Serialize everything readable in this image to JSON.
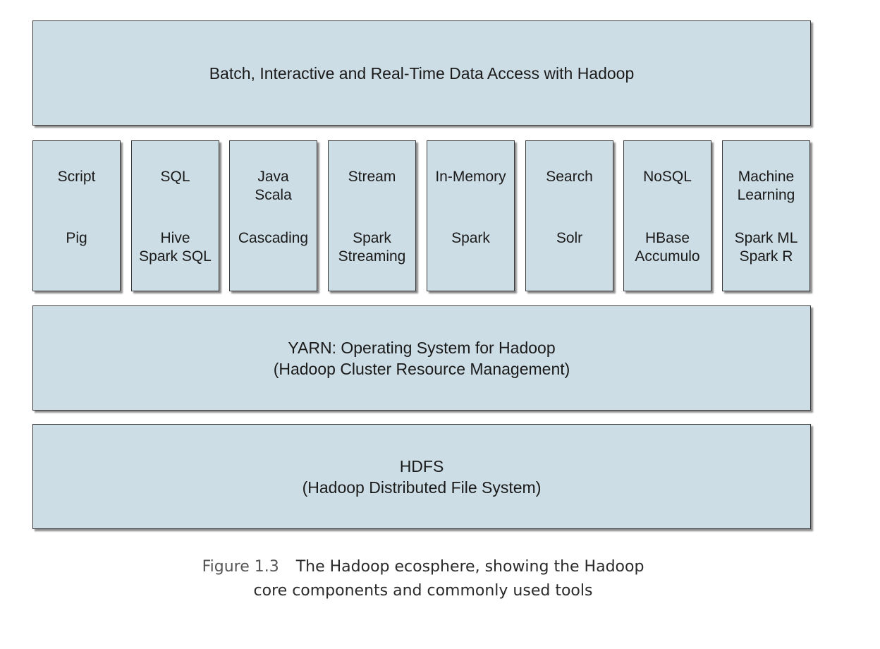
{
  "top_layer": {
    "label": "Batch, Interactive and Real-Time Data Access with Hadoop"
  },
  "tools": [
    {
      "category": [
        "Script"
      ],
      "tools": [
        "Pig"
      ]
    },
    {
      "category": [
        "SQL"
      ],
      "tools": [
        "Hive",
        "Spark SQL"
      ]
    },
    {
      "category": [
        "Java",
        "Scala"
      ],
      "tools": [
        "Cascading"
      ]
    },
    {
      "category": [
        "Stream"
      ],
      "tools": [
        "Spark",
        "Streaming"
      ]
    },
    {
      "category": [
        "In-Memory"
      ],
      "tools": [
        "Spark"
      ]
    },
    {
      "category": [
        "Search"
      ],
      "tools": [
        "Solr"
      ]
    },
    {
      "category": [
        "NoSQL"
      ],
      "tools": [
        "HBase",
        "Accumulo"
      ]
    },
    {
      "category": [
        "Machine",
        "Learning"
      ],
      "tools": [
        "Spark ML",
        "Spark R"
      ]
    }
  ],
  "yarn_layer": {
    "title": "YARN: Operating System for Hadoop",
    "subtitle": "(Hadoop Cluster Resource Management)"
  },
  "hdfs_layer": {
    "title": "HDFS",
    "subtitle": "(Hadoop Distributed File System)"
  },
  "caption": {
    "label": "Figure 1.3",
    "line1": "The Hadoop ecosphere, showing the Hadoop",
    "line2": "core components and commonly used tools"
  },
  "colors": {
    "box_fill": "#cddde5",
    "box_border": "#3a3a3a"
  }
}
